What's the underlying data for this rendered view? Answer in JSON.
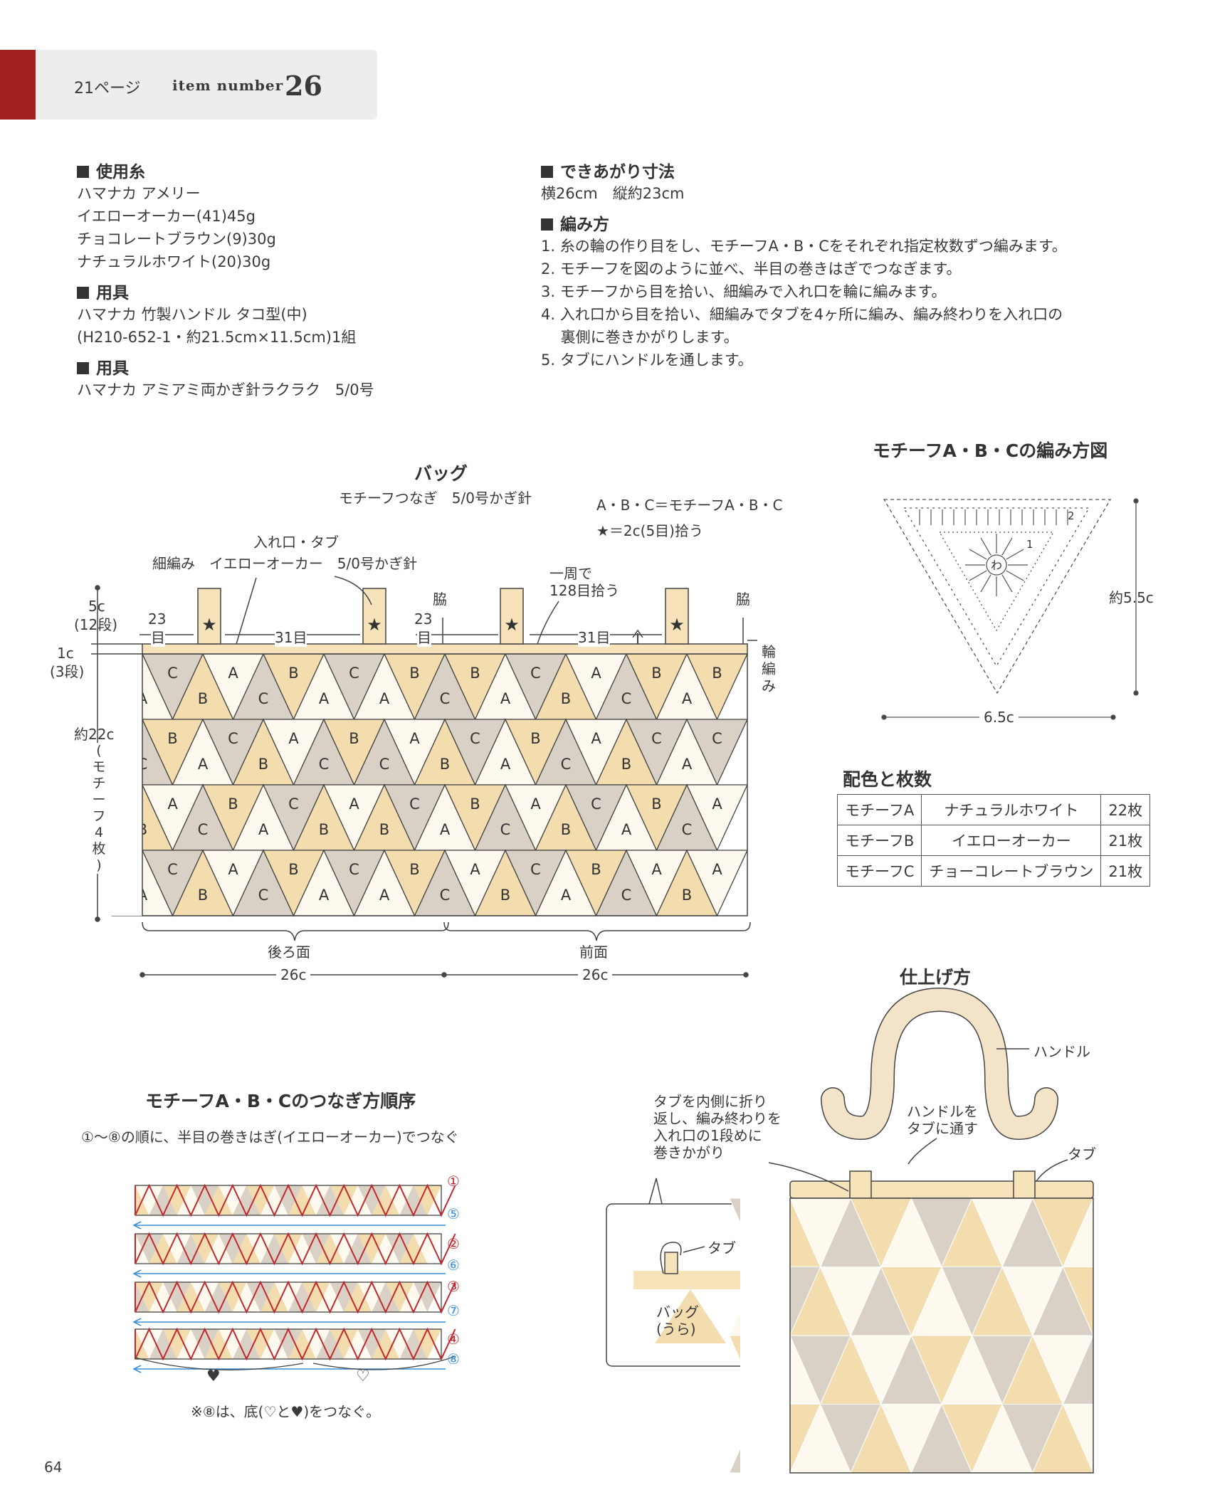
{
  "header": {
    "page_ref": "21ページ",
    "item_label": "item number",
    "item_number": "26"
  },
  "materials": {
    "yarn": {
      "title": "使用糸",
      "lines": [
        "ハマナカ アメリー",
        "イエローオーカー(41)45g",
        "チョコレートブラウン(9)30g",
        "ナチュラルホワイト(20)30g"
      ]
    },
    "tools1": {
      "title": "用具",
      "lines": [
        "ハマナカ 竹製ハンドル タコ型(中)",
        "(H210-652-1・約21.5cm×11.5cm)1組"
      ]
    },
    "tools2": {
      "title": "用具",
      "lines": [
        "ハマナカ アミアミ両かぎ針ラクラク　5/0号"
      ]
    }
  },
  "size": {
    "title": "できあがり寸法",
    "text": "横26cm　縦約23cm"
  },
  "method": {
    "title": "編み方",
    "lines": [
      "1. 糸の輪の作り目をし、モチーフA・B・Cをそれぞれ指定枚数ずつ編みます。",
      "2. モチーフを図のように並べ、半目の巻きはぎでつなぎます。",
      "3. モチーフから目を拾い、細編みで入れ口を輪に編みます。",
      "4. 入れ口から目を拾い、細編みでタブを4ヶ所に編み、編み終わりを入れ口の",
      "　 裏側に巻きかがりします。",
      "5. タブにハンドルを通します。"
    ]
  },
  "bag_diagram": {
    "title": "バッグ",
    "subtitle": "モチーフつなぎ　5/0号かぎ針",
    "legend1": "A・B・C＝モチーフA・B・C",
    "legend2": "★＝2c(5目)拾う",
    "label_tab": "入れ口・タブ",
    "label_sc": "細編み　イエローオーカー　5/0号かぎ針",
    "label_round1": "一周で",
    "label_round2": "128目拾う",
    "label_side": "脇",
    "label_ring1": "輪",
    "label_ring2": "編",
    "label_ring3": "み",
    "dim_5c": "5c",
    "dim_12dan": "(12段)",
    "dim_1c": "1c",
    "dim_3dan": "(3段)",
    "dim_22c": "約22c",
    "dim_motif4": [
      "(",
      "モ",
      "チ",
      "ー",
      "フ",
      "4",
      "枚",
      ")"
    ],
    "count_23": "23",
    "count_me": "目",
    "count_31": "31目",
    "back": "後ろ面",
    "front": "前面",
    "width": "26c",
    "rows": [
      [
        "A",
        "C",
        "B",
        "A",
        "C",
        "B",
        "A",
        "C",
        "A",
        "B",
        "C",
        "B",
        "A",
        "C",
        "B",
        "A",
        "C",
        "B",
        "A",
        "B"
      ],
      [
        "C",
        "B",
        "A",
        "C",
        "B",
        "A",
        "C",
        "B",
        "C",
        "A",
        "B",
        "C",
        "A",
        "B",
        "C",
        "A",
        "B",
        "C",
        "A",
        "C"
      ],
      [
        "B",
        "A",
        "C",
        "B",
        "A",
        "C",
        "B",
        "A",
        "B",
        "C",
        "A",
        "B",
        "C",
        "A",
        "B",
        "C",
        "A",
        "B",
        "C",
        "A"
      ],
      [
        "A",
        "C",
        "B",
        "A",
        "C",
        "B",
        "A",
        "C",
        "A",
        "B",
        "C",
        "A",
        "B",
        "C",
        "A",
        "B",
        "C",
        "A",
        "B",
        "A"
      ]
    ]
  },
  "motif": {
    "title": "モチーフA・B・Cの編み方図",
    "height": "約5.5c",
    "width": "6.5c",
    "ring": "わ",
    "row1": "1",
    "row2": "2"
  },
  "color_table": {
    "title": "配色と枚数",
    "rows": [
      [
        "モチーフA",
        "ナチュラルホワイト",
        "22枚"
      ],
      [
        "モチーフB",
        "イエローオーカー",
        "21枚"
      ],
      [
        "モチーフC",
        "チョーコレートブラウン",
        "21枚"
      ]
    ]
  },
  "join_order": {
    "title": "モチーフA・B・Cのつなぎ方順序",
    "subtitle": "①〜⑧の順に、半目の巻きはぎ(イエローオーカー)でつなぐ",
    "labels": [
      "①",
      "⑤",
      "②",
      "⑥",
      "③",
      "⑦",
      "④",
      "⑧"
    ],
    "heart_filled": "♥",
    "heart_outline": "♡",
    "note": "※⑧は、底(♡と♥)をつなぐ。"
  },
  "finishing": {
    "title": "仕上げ方",
    "handle": "ハンドル",
    "through1": "ハンドルを",
    "through2": "タブに通す",
    "tab": "タブ",
    "fold1": "タブを内側に折り",
    "fold2": "返し、編み終わりを",
    "fold3": "入れ口の1段めに",
    "fold4": "巻きかがり",
    "inset_tab": "タブ",
    "inset_bag1": "バッグ",
    "inset_bag2": "(うら)"
  },
  "colors": {
    "A": "#fdf9ee",
    "B": "#f3dcae",
    "C": "#d9d1c6",
    "band": "#f6e3b9",
    "red": "#c0282d",
    "blue": "#3a8fd6",
    "accent": "#a3201f"
  },
  "page_number": "64"
}
